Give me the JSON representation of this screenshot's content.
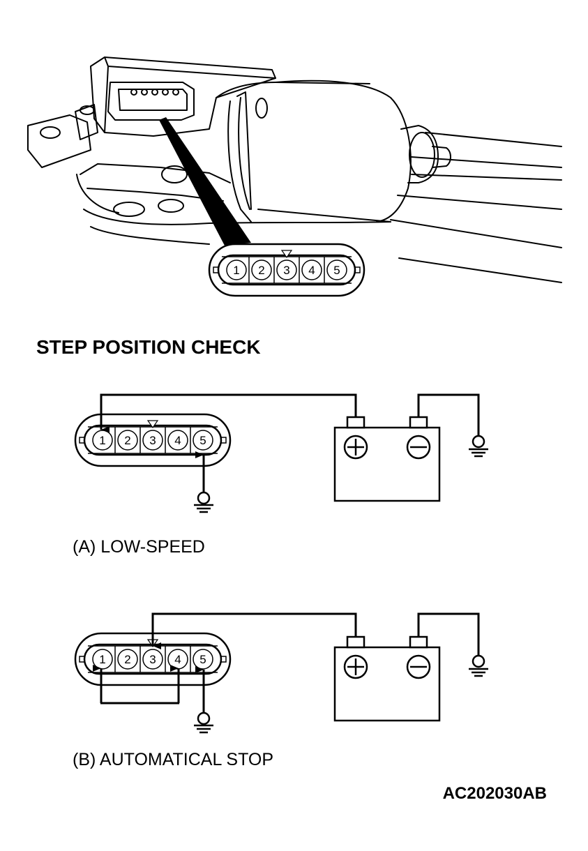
{
  "title": "STEP POSITION CHECK",
  "connector_pins": [
    "1",
    "2",
    "3",
    "4",
    "5"
  ],
  "captions": {
    "low_speed": "(A) LOW-SPEED",
    "auto_stop": "(B) AUTOMATICAL STOP"
  },
  "figure_code": "AC202030AB"
}
